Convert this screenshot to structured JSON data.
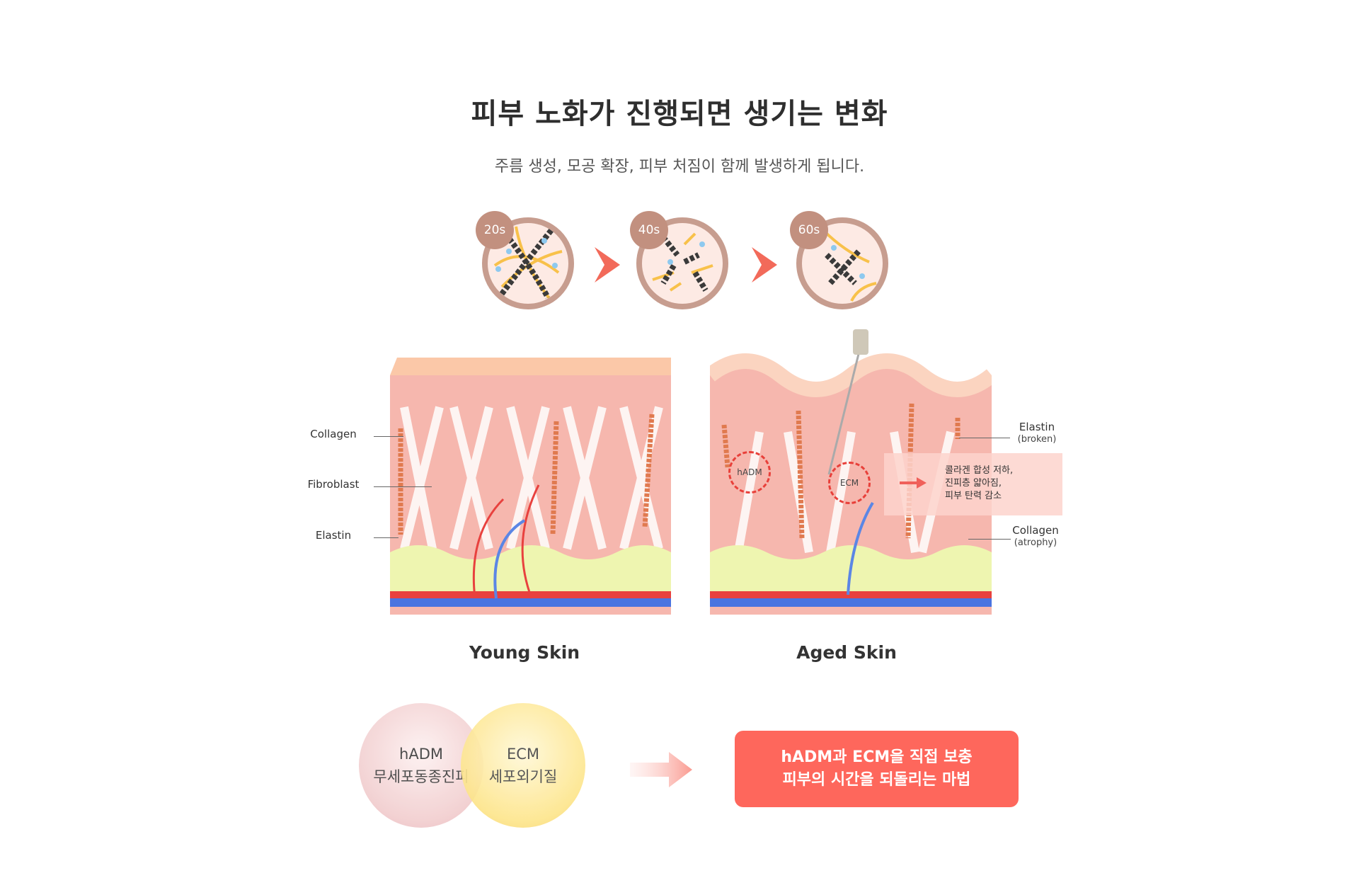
{
  "header": {
    "title": "피부 노화가 진행되면 생기는 변화",
    "subtitle": "주름 생성, 모공 확장, 피부 처짐이 함께 발생하게 됩니다."
  },
  "stages": [
    {
      "label": "20s"
    },
    {
      "label": "40s"
    },
    {
      "label": "60s"
    }
  ],
  "young_skin": {
    "title": "Young Skin",
    "labels": {
      "collagen": "Collagen",
      "fibroblast": "Fibroblast",
      "elastin": "Elastin"
    }
  },
  "aged_skin": {
    "title": "Aged Skin",
    "elastin": "Elastin",
    "elastin_note": "(broken)",
    "collagen": "Collagen",
    "collagen_note": "(atrophy)",
    "hadm_marker": "hADM",
    "ecm_marker": "ECM",
    "info": [
      "콜라겐 합성 저하,",
      "진피층 얇아짐,",
      "피부 탄력 감소"
    ]
  },
  "bubbles": [
    {
      "title": "hADM",
      "subtitle": "무세포동종진피"
    },
    {
      "title": "ECM",
      "subtitle": "세포외기질"
    }
  ],
  "cta": {
    "line1": "hADM과 ECM을 직접 보충",
    "line2": "피부의 시간을 되돌리는 마법"
  },
  "colors": {
    "accent": "#fe675c",
    "badge": "#c2907f"
  }
}
